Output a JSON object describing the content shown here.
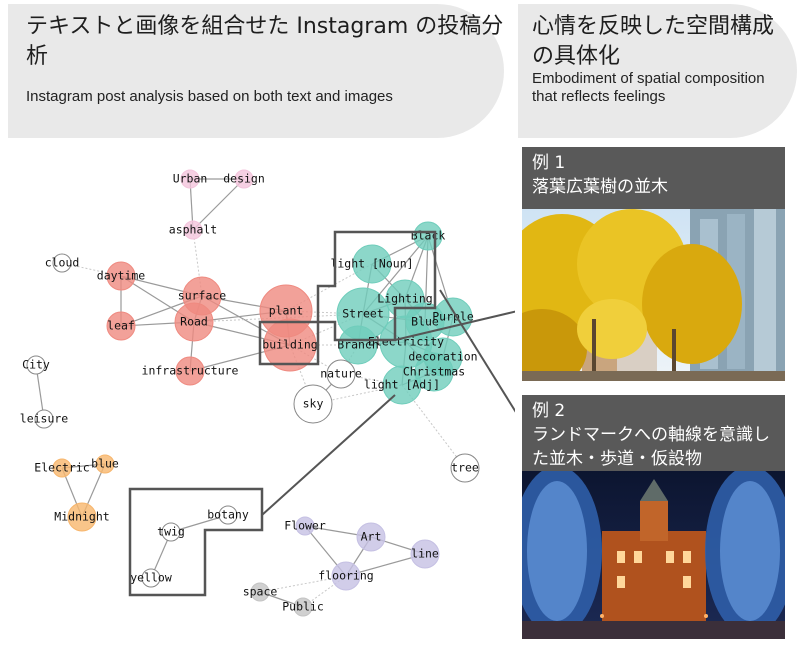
{
  "header_left": {
    "title_jp": "テキストと画像を組合せた Instagram の投稿分析",
    "subtitle_en": "Instagram post analysis based on both text and images"
  },
  "header_right": {
    "title_jp": "心情を反映した空間構成の具体化",
    "subtitle_en": "Embodiment of spatial composition that reflects feelings"
  },
  "examples": [
    {
      "label": "例 1",
      "title": "落葉広葉樹の並木"
    },
    {
      "label": "例 2",
      "title": "ランドマークへの軸線を意識した並木・歩道・仮設物"
    }
  ],
  "colors": {
    "pink": "#f4c4dc",
    "red": "#ef8a80",
    "teal": "#6fcdbb",
    "orange": "#f7b66d",
    "lavender": "#c5c0e3",
    "gray": "#c4c4c4",
    "white": "#ffffff",
    "outline": "#555555"
  },
  "network": {
    "nodes": [
      {
        "id": "urban",
        "label": "Urban",
        "group": "pink",
        "size": 1
      },
      {
        "id": "design",
        "label": "design",
        "group": "pink",
        "size": 1
      },
      {
        "id": "asphalt",
        "label": "asphalt",
        "group": "pink",
        "size": 1
      },
      {
        "id": "cloud",
        "label": "cloud",
        "group": "white",
        "size": 1
      },
      {
        "id": "daytime",
        "label": "daytime",
        "group": "red",
        "size": 2
      },
      {
        "id": "surface",
        "label": "surface",
        "group": "red",
        "size": 3
      },
      {
        "id": "leaf",
        "label": "leaf",
        "group": "red",
        "size": 2
      },
      {
        "id": "road",
        "label": "Road",
        "group": "red",
        "size": 3
      },
      {
        "id": "infrastructure",
        "label": "infrastructure",
        "group": "red",
        "size": 2
      },
      {
        "id": "plant",
        "label": "plant",
        "group": "red",
        "size": 4
      },
      {
        "id": "building",
        "label": "building",
        "group": "red",
        "size": 4
      },
      {
        "id": "black",
        "label": "Black",
        "group": "teal",
        "size": 2
      },
      {
        "id": "light_noun",
        "label": "light [Noun]",
        "group": "teal",
        "size": 3
      },
      {
        "id": "lighting",
        "label": "Lighting",
        "group": "teal",
        "size": 3
      },
      {
        "id": "street",
        "label": "Street",
        "group": "teal",
        "size": 4
      },
      {
        "id": "blue_t",
        "label": "Blue",
        "group": "teal",
        "size": 3
      },
      {
        "id": "purple",
        "label": "Purple",
        "group": "teal",
        "size": 3
      },
      {
        "id": "branch",
        "label": "Branch",
        "group": "teal",
        "size": 3
      },
      {
        "id": "electricity",
        "label": "Electricity",
        "group": "teal",
        "size": 4
      },
      {
        "id": "decoration",
        "label": "decoration",
        "group": "teal",
        "size": 3
      },
      {
        "id": "christmas",
        "label": "Christmas",
        "group": "teal",
        "size": 3
      },
      {
        "id": "light_adj",
        "label": "light [Adj]",
        "group": "teal",
        "size": 3
      },
      {
        "id": "nature",
        "label": "nature",
        "group": "white",
        "size": 2
      },
      {
        "id": "sky",
        "label": "sky",
        "group": "white",
        "size": 3
      },
      {
        "id": "tree",
        "label": "tree",
        "group": "white",
        "size": 2
      },
      {
        "id": "city",
        "label": "City",
        "group": "white",
        "size": 1
      },
      {
        "id": "leisure",
        "label": "leisure",
        "group": "white",
        "size": 1
      },
      {
        "id": "electric",
        "label": "Electric",
        "group": "orange",
        "size": 1
      },
      {
        "id": "blue_o",
        "label": "blue",
        "group": "orange",
        "size": 1
      },
      {
        "id": "midnight",
        "label": "Midnight",
        "group": "orange",
        "size": 2
      },
      {
        "id": "botany",
        "label": "botany",
        "group": "white",
        "size": 1
      },
      {
        "id": "twig",
        "label": "twig",
        "group": "white",
        "size": 1
      },
      {
        "id": "yellow",
        "label": "yellow",
        "group": "white",
        "size": 1
      },
      {
        "id": "flower",
        "label": "Flower",
        "group": "lavender",
        "size": 1
      },
      {
        "id": "art",
        "label": "Art",
        "group": "lavender",
        "size": 2
      },
      {
        "id": "line",
        "label": "line",
        "group": "lavender",
        "size": 2
      },
      {
        "id": "flooring",
        "label": "flooring",
        "group": "lavender",
        "size": 2
      },
      {
        "id": "space",
        "label": "space",
        "group": "gray",
        "size": 1
      },
      {
        "id": "public",
        "label": "Public",
        "group": "gray",
        "size": 1
      }
    ],
    "edges": [
      [
        "urban",
        "design"
      ],
      [
        "urban",
        "asphalt"
      ],
      [
        "design",
        "asphalt"
      ],
      [
        "asphalt",
        "surface"
      ],
      [
        "cloud",
        "daytime"
      ],
      [
        "daytime",
        "surface"
      ],
      [
        "daytime",
        "leaf"
      ],
      [
        "daytime",
        "road"
      ],
      [
        "surface",
        "leaf"
      ],
      [
        "surface",
        "road"
      ],
      [
        "surface",
        "plant"
      ],
      [
        "surface",
        "building"
      ],
      [
        "leaf",
        "road"
      ],
      [
        "road",
        "infrastructure"
      ],
      [
        "road",
        "plant"
      ],
      [
        "road",
        "building"
      ],
      [
        "road",
        "street"
      ],
      [
        "infrastructure",
        "building"
      ],
      [
        "plant",
        "building"
      ],
      [
        "plant",
        "street"
      ],
      [
        "plant",
        "light_noun"
      ],
      [
        "building",
        "street"
      ],
      [
        "building",
        "branch"
      ],
      [
        "building",
        "nature"
      ],
      [
        "building",
        "sky"
      ],
      [
        "black",
        "light_noun"
      ],
      [
        "black",
        "lighting"
      ],
      [
        "black",
        "blue_t"
      ],
      [
        "black",
        "purple"
      ],
      [
        "black",
        "street"
      ],
      [
        "light_noun",
        "lighting"
      ],
      [
        "light_noun",
        "street"
      ],
      [
        "lighting",
        "street"
      ],
      [
        "lighting",
        "blue_t"
      ],
      [
        "lighting",
        "electricity"
      ],
      [
        "street",
        "blue_t"
      ],
      [
        "street",
        "branch"
      ],
      [
        "street",
        "electricity"
      ],
      [
        "blue_t",
        "purple"
      ],
      [
        "blue_t",
        "electricity"
      ],
      [
        "purple",
        "decoration"
      ],
      [
        "branch",
        "electricity"
      ],
      [
        "branch",
        "nature"
      ],
      [
        "electricity",
        "decoration"
      ],
      [
        "electricity",
        "christmas"
      ],
      [
        "electricity",
        "light_adj"
      ],
      [
        "decoration",
        "christmas"
      ],
      [
        "christmas",
        "light_adj"
      ],
      [
        "nature",
        "sky"
      ],
      [
        "nature",
        "light_adj"
      ],
      [
        "sky",
        "light_adj"
      ],
      [
        "light_adj",
        "tree"
      ],
      [
        "city",
        "leisure"
      ],
      [
        "electric",
        "blue_o"
      ],
      [
        "electric",
        "midnight"
      ],
      [
        "blue_o",
        "midnight"
      ],
      [
        "botany",
        "twig"
      ],
      [
        "twig",
        "yellow"
      ],
      [
        "flower",
        "art"
      ],
      [
        "flower",
        "flooring"
      ],
      [
        "art",
        "line"
      ],
      [
        "art",
        "flooring"
      ],
      [
        "line",
        "flooring"
      ],
      [
        "flooring",
        "space"
      ],
      [
        "flooring",
        "public"
      ],
      [
        "space",
        "public"
      ]
    ]
  }
}
